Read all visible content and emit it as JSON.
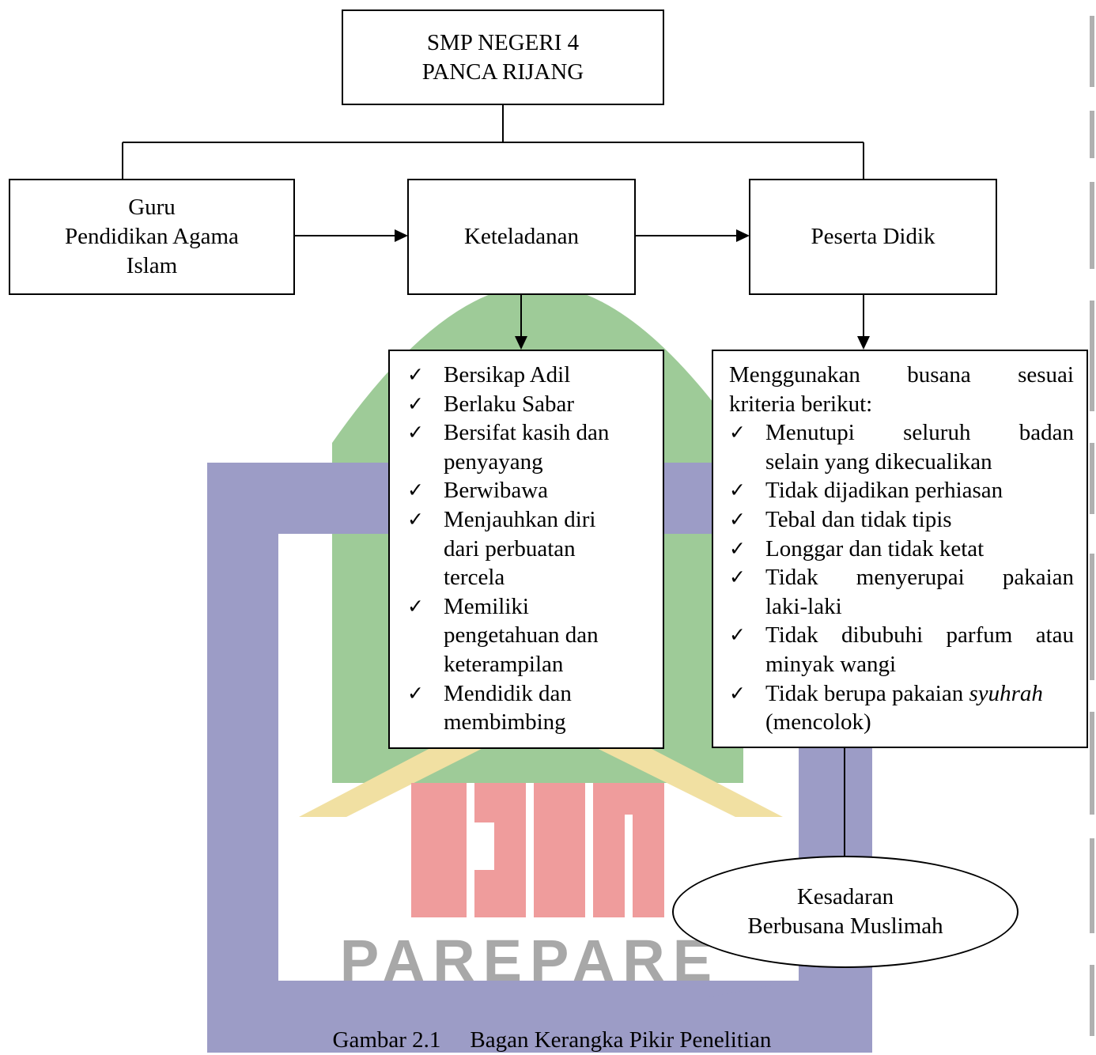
{
  "watermark": {
    "text": "PAREPARE",
    "colors": {
      "green": "#9ecb98",
      "purple": "#9c9cc6",
      "gold": "#f1e0a2",
      "red": "#ef9c9c",
      "gray": "#a8a8a8"
    }
  },
  "nodes": {
    "school": {
      "line1": "SMP NEGERI 4",
      "line2": "PANCA RIJANG"
    },
    "teacher": {
      "line1": "Guru",
      "line2": "Pendidikan Agama",
      "line3": "Islam"
    },
    "exemplary": {
      "label": "Keteladanan"
    },
    "students": {
      "label": "Peserta Didik"
    },
    "outcome": {
      "line1": "Kesadaran",
      "line2": "Berbusana Muslimah"
    }
  },
  "exemplary_list": [
    {
      "l1": "Bersikap Adil"
    },
    {
      "l1": "Berlaku Sabar"
    },
    {
      "l1": "Bersifat kasih dan",
      "l2": "penyayang"
    },
    {
      "l1": "Berwibawa"
    },
    {
      "l1": "Menjauhkan diri",
      "l2": "dari perbuatan",
      "l3": "tercela"
    },
    {
      "l1": "Memiliki",
      "l2": "pengetahuan dan",
      "l3": "keterampilan"
    },
    {
      "l1": "Mendidik dan",
      "l2": "membimbing"
    }
  ],
  "dress": {
    "intro1": "Menggunakan busana sesuai",
    "intro2": "kriteria berikut:",
    "items": [
      {
        "l1": "Menutupi seluruh badan",
        "l2": "selain yang dikecualikan"
      },
      {
        "l1": "Tidak dijadikan perhiasan"
      },
      {
        "l1": "Tebal dan tidak tipis"
      },
      {
        "l1": "Longgar dan tidak ketat"
      },
      {
        "l1": "Tidak menyerupai pakaian",
        "l2": "laki-laki"
      },
      {
        "l1": "Tidak dibubuhi parfum atau",
        "l2": "minyak wangi"
      },
      {
        "l1a": "Tidak berupa pakaian ",
        "l1b": "syuhrah",
        "l2": "(mencolok)"
      }
    ]
  },
  "caption": {
    "number": "Gambar 2.1",
    "title": "Bagan Kerangka Pikir Penelitian"
  }
}
